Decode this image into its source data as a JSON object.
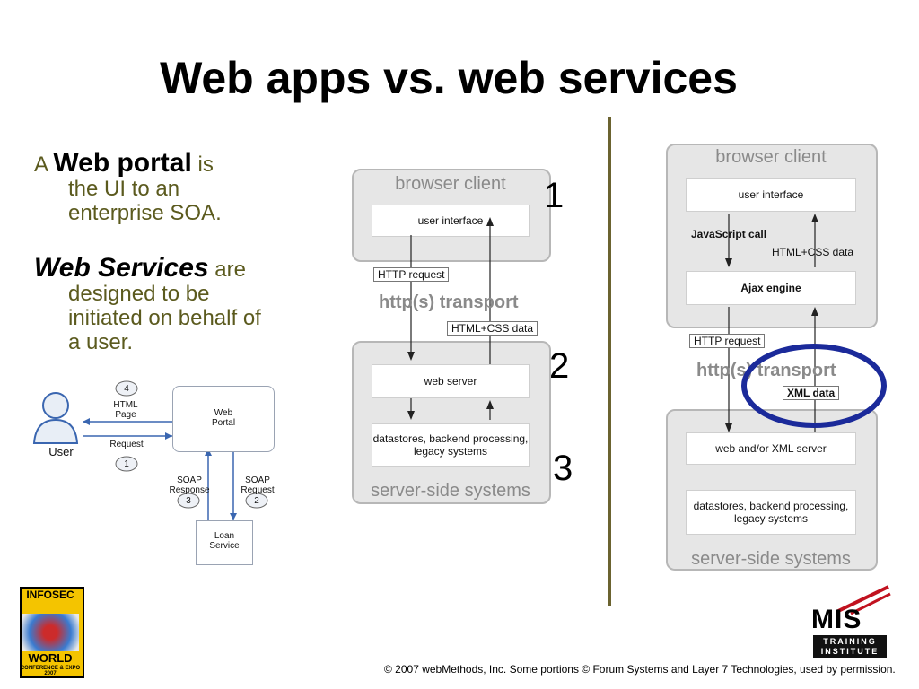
{
  "title": "Web apps vs. web services",
  "bullets": {
    "b1_prefix": "A",
    "b1_emph": "Web portal",
    "b1_suffix": "is",
    "b1_cont1": "the UI to an",
    "b1_cont2": "enterprise SOA.",
    "b2_emph": "Web Services",
    "b2_suffix": "are",
    "b2_cont1": "designed to be",
    "b2_cont2": "initiated on behalf of",
    "b2_cont3": "a user."
  },
  "small_diagram": {
    "user_label": "User",
    "step4": "4",
    "html_page": [
      "HTML",
      "Page"
    ],
    "request": "Request",
    "step1": "1",
    "web_portal": [
      "Web",
      "Portal"
    ],
    "soap_response": [
      "SOAP",
      "Response"
    ],
    "step3": "3",
    "soap_request": [
      "SOAP",
      "Request"
    ],
    "step2": "2",
    "loan_service": [
      "Loan",
      "Service"
    ]
  },
  "left_arch": {
    "browser_client": "browser client",
    "user_interface": "user interface",
    "http_request": "HTTP request",
    "transport": "http(s) transport",
    "html_css": "HTML+CSS data",
    "web_server": "web server",
    "datastores": [
      "datastores, backend processing,",
      "legacy systems"
    ],
    "server_side": "server-side systems"
  },
  "numbers": {
    "n1": "1",
    "n2": "2",
    "n3": "3"
  },
  "right_arch": {
    "browser_client": "browser client",
    "user_interface": "user interface",
    "js_call": "JavaScript call",
    "html_css": "HTML+CSS data",
    "ajax_engine": "Ajax engine",
    "http_request": "HTTP request",
    "transport": "http(s) transport",
    "xml_data": "XML data",
    "xml_server": "web and/or XML server",
    "datastores": [
      "datastores, backend processing,",
      "legacy systems"
    ],
    "server_side": "server-side systems",
    "highlight_color": "#1b2a9a"
  },
  "logos": {
    "infosec": [
      "INFOSEC",
      "WORLD",
      "CONFERENCE & EXPO 2007"
    ],
    "mis": [
      "MIS",
      "TRAINING",
      "INSTITUTE"
    ]
  },
  "footer": "© 2007 webMethods, Inc.  Some portions © Forum Systems and Layer 7 Technologies, used by permission."
}
